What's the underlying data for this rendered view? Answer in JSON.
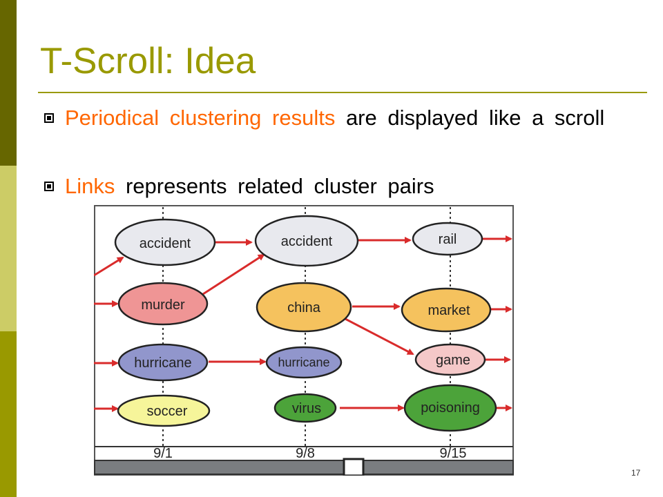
{
  "slide": {
    "title": "T-Scroll: Idea",
    "page_number": "17",
    "bullets": [
      {
        "highlight": "Periodical clustering results",
        "rest": " are displayed like a scroll"
      },
      {
        "highlight": "Links",
        "rest": " represents related cluster pairs"
      }
    ],
    "colors": {
      "title": "#999900",
      "highlight": "#ff6600"
    }
  },
  "diagram": {
    "time_labels": [
      "9/1",
      "9/8",
      "9/15"
    ],
    "nodes": [
      {
        "label": "accident",
        "color": "#e8e9ee"
      },
      {
        "label": "murder",
        "color": "#ef9595"
      },
      {
        "label": "hurricane",
        "color": "#9196cc"
      },
      {
        "label": "soccer",
        "color": "#f6f59a"
      },
      {
        "label": "accident",
        "color": "#e8e9ee"
      },
      {
        "label": "china",
        "color": "#f5c25e"
      },
      {
        "label": "hurricane",
        "color": "#9196cc"
      },
      {
        "label": "virus",
        "color": "#4ca33a"
      },
      {
        "label": "rail",
        "color": "#e8e9ee"
      },
      {
        "label": "market",
        "color": "#f5c25e"
      },
      {
        "label": "game",
        "color": "#f5c8c8"
      },
      {
        "label": "poisoning",
        "color": "#4ca33a"
      }
    ]
  }
}
